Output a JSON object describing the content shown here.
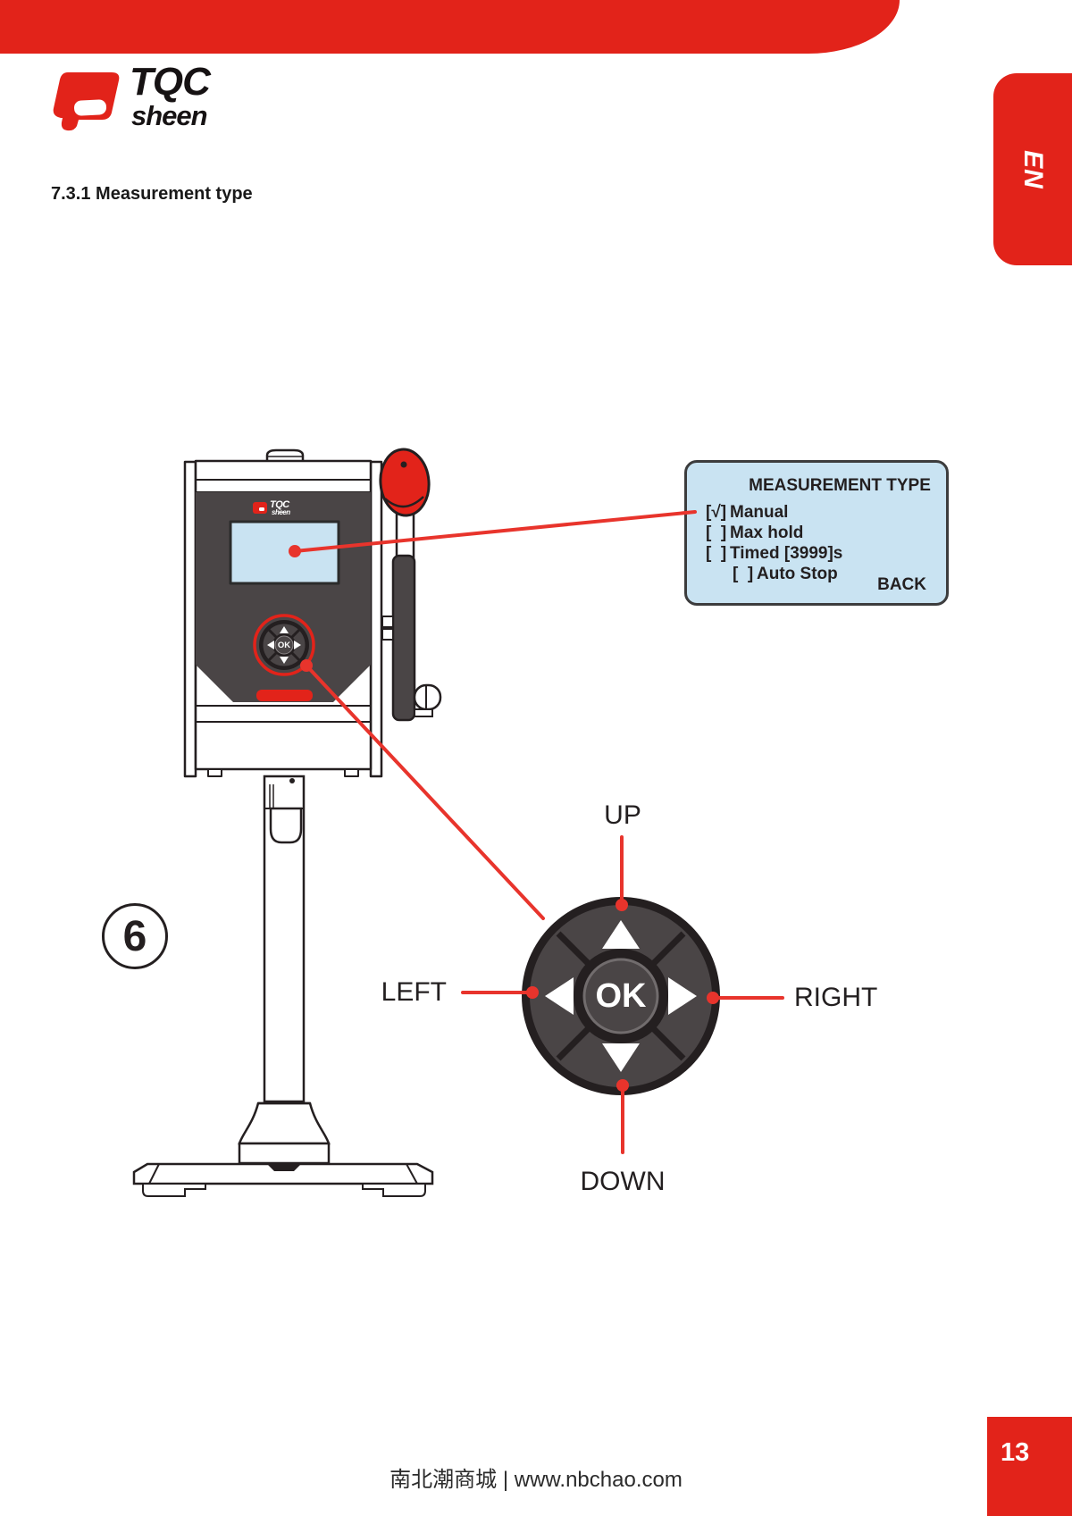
{
  "page": {
    "language_tab": "EN",
    "heading": "7.3.1 Measurement type",
    "figure_number": "6",
    "footer": "南北潮商城 | www.nbchao.com",
    "page_number": "13"
  },
  "brand": {
    "logo_top": "TQC",
    "logo_bottom": "sheen"
  },
  "colors": {
    "brand_red": "#e2231a",
    "line_red": "#e8342c",
    "panel_gray": "#4a4546",
    "outline_black": "#241f20",
    "screen_blue": "#c9e3f2",
    "text_dark": "#231f20"
  },
  "menu_screen": {
    "title": "MEASUREMENT TYPE",
    "items": [
      {
        "box": "[√]",
        "label": "Manual"
      },
      {
        "box": "[  ]",
        "label": "Max hold"
      },
      {
        "box": "[  ]",
        "label": "Timed [3999]s"
      },
      {
        "box": "[  ]",
        "label": "Auto Stop"
      }
    ],
    "back_label": "BACK"
  },
  "dpad": {
    "ok": "OK",
    "up": "UP",
    "down": "DOWN",
    "left": "LEFT",
    "right": "RIGHT"
  }
}
